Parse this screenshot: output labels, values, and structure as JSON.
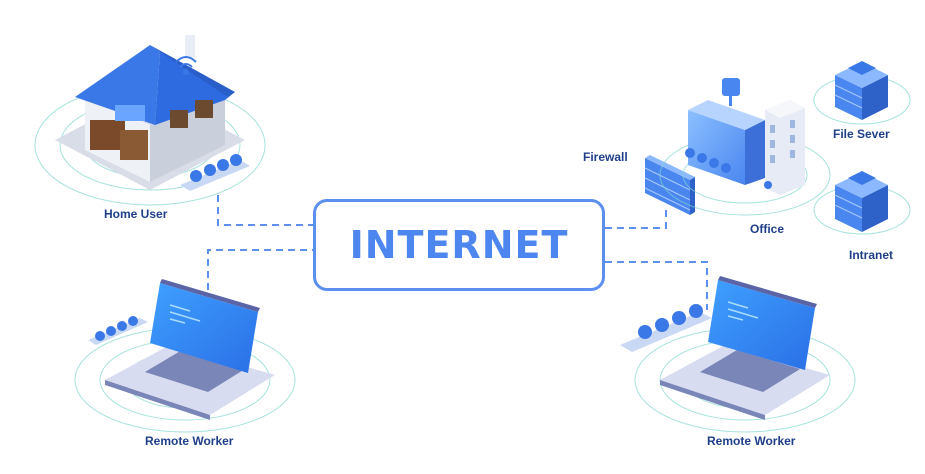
{
  "center": {
    "label": "INTERNET"
  },
  "nodes": {
    "home_user": "Home User",
    "remote_worker_left": "Remote Worker",
    "remote_worker_right": "Remote Worker",
    "firewall": "Firewall",
    "office": "Office",
    "file_server": "File Sever",
    "intranet": "Intranet"
  },
  "colors": {
    "accent": "#4c86ee",
    "label": "#1f3f8a",
    "connector": "#5b8ff0",
    "ring": "#7fd6cf"
  },
  "icons": [
    "house-icon",
    "wifi-icon",
    "laptop-icon",
    "firewall-icon",
    "office-building-icon",
    "server-icon",
    "tree-icon"
  ]
}
